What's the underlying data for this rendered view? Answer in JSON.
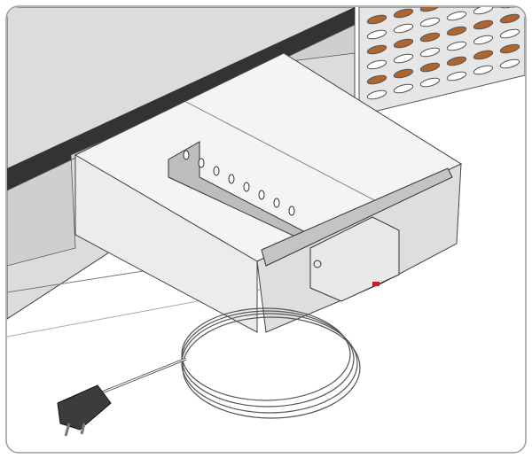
{
  "illustration": {
    "colors": {
      "frame": "#9a9a9a",
      "cabinet": "#d9d9d9",
      "cabinet_dark": "#3a3a3a",
      "drawer": "#f2f2f2",
      "bracket": "#b8b8b8",
      "grille_slot": "#b0642e",
      "plug": "#3c3c3c",
      "led": "#c0202a"
    },
    "icons": [
      "drawer",
      "mounting-bracket",
      "control-box",
      "cable-coil",
      "power-plug",
      "ventilation-grille"
    ]
  }
}
